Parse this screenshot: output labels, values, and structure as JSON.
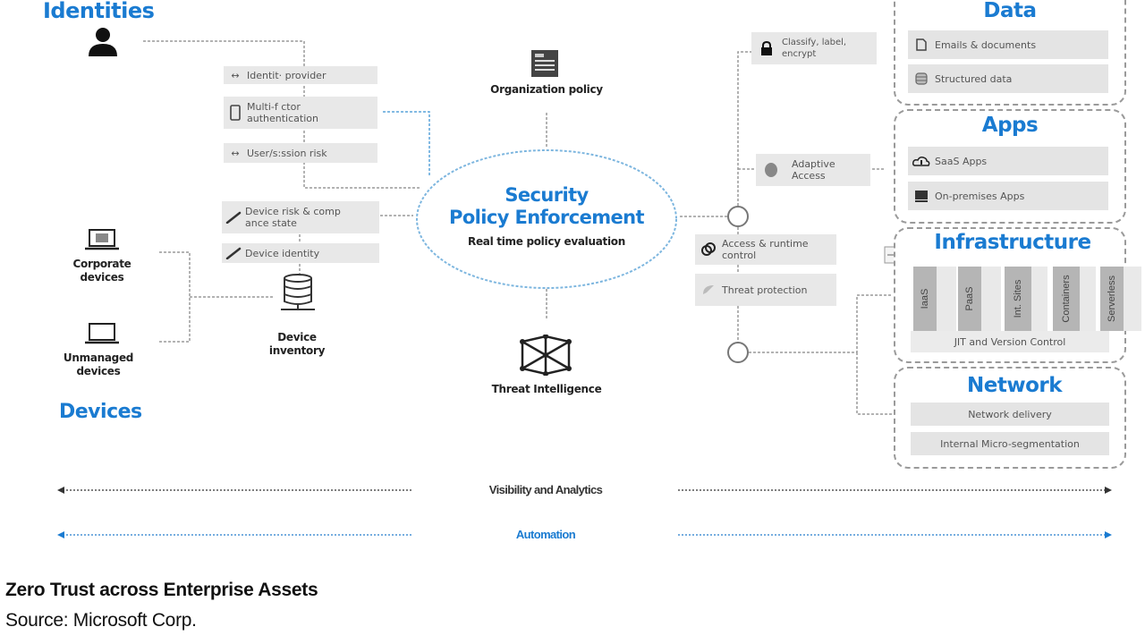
{
  "diagram": {
    "title": "Zero Trust across Enterprise Assets",
    "source": "Source: Microsoft Corp.",
    "colors": {
      "accent": "#1a7bd1",
      "box_fill": "#e8e8e8",
      "line": "#9a9a9a",
      "text": "#3a3a3a"
    },
    "identities": {
      "title": "Identities",
      "icon": "person-icon",
      "signals": [
        {
          "icon": "arrows-left-right-icon",
          "label": "Identit· provider"
        },
        {
          "icon": "phone-icon",
          "label": "Multi-f ctor authentication"
        },
        {
          "icon": "arrows-left-right-icon",
          "label": "User/s:ssion risk"
        }
      ]
    },
    "devices": {
      "title": "Devices",
      "items": [
        {
          "icon": "laptop-corporate-icon",
          "label": "Corporate devices"
        },
        {
          "icon": "laptop-icon",
          "label": "Unmanaged devices"
        }
      ],
      "inventory": {
        "icon": "database-icon",
        "label": "Device inventory"
      },
      "signals": [
        {
          "icon": "pen-icon",
          "label": "Device risk & comp ance state"
        },
        {
          "icon": "pen-icon",
          "label": "Device identity"
        }
      ]
    },
    "center": {
      "org_policy": {
        "icon": "document-icon",
        "label": "Organization policy"
      },
      "title_line1": "Security",
      "title_line2": "Policy Enforcement",
      "subtitle": "Real time policy evaluation",
      "threat_intel": {
        "icon": "network-cube-icon",
        "label": "Threat Intelligence"
      }
    },
    "controls": [
      {
        "icon": "lock-icon",
        "label": "Classify, label, encrypt"
      },
      {
        "icon": "fingerprint-icon",
        "label": "Adaptive Access"
      },
      {
        "icon": "links-icon",
        "label": "Access & runtime control"
      },
      {
        "icon": "shield-check-icon",
        "label": "Threat protection"
      }
    ],
    "data_panel": {
      "title": "Data",
      "items": [
        {
          "icon": "document-icon",
          "label": "Emails & documents"
        },
        {
          "icon": "database-icon",
          "label": "Structured data"
        }
      ]
    },
    "apps_panel": {
      "title": "Apps",
      "items": [
        {
          "icon": "cloud-icon",
          "label": "SaaS Apps"
        },
        {
          "icon": "server-icon",
          "label": "On-premises Apps"
        }
      ]
    },
    "infrastructure_panel": {
      "title": "Infrastructure",
      "columns": [
        "IaaS",
        "PaaS",
        "Int. Sites",
        "Containers",
        "Serverless"
      ],
      "footer": "JIT and Version Control"
    },
    "network_panel": {
      "title": "Network",
      "items": [
        "Network delivery",
        "Internal Micro-segmentation"
      ]
    },
    "bottom_bars": [
      {
        "label": "Visibility and Analytics",
        "color": "#333333"
      },
      {
        "label": "Automation",
        "color": "#1a7bd1"
      }
    ]
  }
}
